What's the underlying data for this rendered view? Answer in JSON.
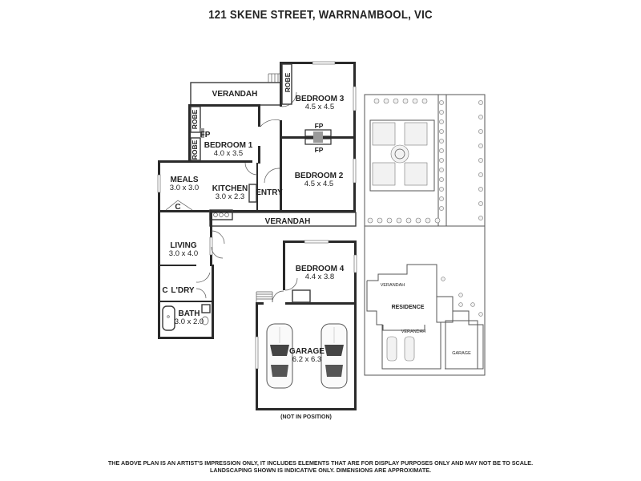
{
  "title": "121 SKENE STREET, WARRNAMBOOL, VIC",
  "rooms": {
    "verandah_top": {
      "name": "VERANDAH"
    },
    "robe_upper": {
      "name": "ROBE"
    },
    "bedroom3": {
      "name": "BEDROOM 3",
      "dims": "4.5 x 4.5"
    },
    "robe_left_a": {
      "name": "ROBE"
    },
    "robe_left_b": {
      "name": "ROBE"
    },
    "fp_bed1": {
      "name": "FP"
    },
    "bedroom1": {
      "name": "BEDROOM 1",
      "dims": "4.0 x 3.5"
    },
    "fp_bed3": {
      "name": "FP"
    },
    "fp_bed2": {
      "name": "FP"
    },
    "bedroom2": {
      "name": "BEDROOM 2",
      "dims": "4.5 x 4.5"
    },
    "meals": {
      "name": "MEALS",
      "dims": "3.0 x 3.0"
    },
    "kitchen": {
      "name": "KITCHEN",
      "dims": "3.0 x 2.3"
    },
    "entry": {
      "name": "ENTRY"
    },
    "cupboard_meals": {
      "name": "C"
    },
    "verandah_mid": {
      "name": "VERANDAH"
    },
    "living": {
      "name": "LIVING",
      "dims": "3.0 x 4.0"
    },
    "cupboard_ldry": {
      "name": "C"
    },
    "laundry": {
      "name": "L'DRY"
    },
    "bath": {
      "name": "BATH",
      "dims": "3.0 x 2.0"
    },
    "bedroom4": {
      "name": "BEDROOM 4",
      "dims": "4.4 x 3.8"
    },
    "garage": {
      "name": "GARAGE",
      "dims": "6.2 x 6.3"
    },
    "not_in_position": {
      "name": "(NOT IN POSITION)"
    }
  },
  "site_plan": {
    "verandah_upper": "VERANDAH",
    "residence": "RESIDENCE",
    "verandah_lower": "VERANDAH",
    "garage": "GARAGE"
  },
  "disclaimer": {
    "line1": "THE ABOVE PLAN IS AN ARTIST'S IMPRESSION ONLY, IT INCLUDES ELEMENTS THAT ARE FOR DISPLAY PURPOSES ONLY AND MAY NOT BE TO SCALE.",
    "line2": "LANDSCAPING SHOWN IS INDICATIVE ONLY. DIMENSIONS ARE APPROXIMATE."
  }
}
